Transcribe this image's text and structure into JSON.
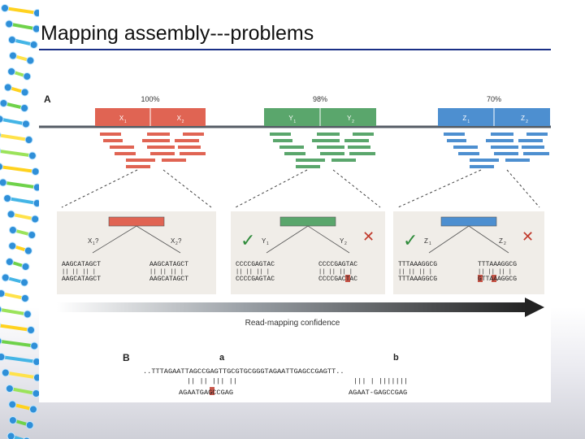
{
  "slide": {
    "title": "Mapping assembly---problems"
  },
  "figure": {
    "panel_a_label": "A",
    "panel_b_label": "B",
    "groups": [
      {
        "percent": "100%",
        "color": "#e06453",
        "copy1": "X",
        "copy2": "X",
        "sub1": "1",
        "sub2": "2",
        "q_left": "X",
        "q_left_sub": "1",
        "q_left_mark": "?",
        "q_right": "X",
        "q_right_sub": "2",
        "q_right_mark": "?",
        "seq_left_top": "AAGCATAGCT",
        "seq_left_bot": "AAGCATAGCT",
        "seq_right_top": "AAGCATAGCT",
        "seq_right_bot": "AAGCATAGCT",
        "check": "",
        "cross": ""
      },
      {
        "percent": "98%",
        "color": "#5aa66c",
        "copy1": "Y",
        "copy2": "Y",
        "sub1": "1",
        "sub2": "2",
        "q_left": "Y",
        "q_left_sub": "1",
        "q_left_mark": "",
        "q_right": "Y",
        "q_right_sub": "2",
        "q_right_mark": "",
        "seq_left_top": "CCCCGAGTAC",
        "seq_left_bot": "CCCCGAGTAC",
        "seq_right_top": "CCCCGAGTAC",
        "seq_right_bot": "CCCCGACTAC",
        "check": "✓",
        "cross": "✕"
      },
      {
        "percent": "70%",
        "color": "#4d8fd0",
        "copy1": "Z",
        "copy2": "Z",
        "sub1": "1",
        "sub2": "2",
        "q_left": "Z",
        "q_left_sub": "1",
        "q_left_mark": "",
        "q_right": "Z",
        "q_right_sub": "2",
        "q_right_mark": "",
        "seq_left_top": "TTTAAAGGCG",
        "seq_left_bot": "TTTAAAGGCG",
        "seq_right_top": "TTTAAAGGCG",
        "seq_right_bot": "GTTAAAGGCG",
        "check": "✓",
        "cross": "✕"
      }
    ],
    "confidence_label": "Read-mapping confidence",
    "panel_b": {
      "label_a": "a",
      "label_b": "b",
      "reference": "..TTTAGAATTAGCCGAGTTGCGTGCGGGTAGAATTGAGCCGAGTT..",
      "bars_a": "|| ||  |||  ||",
      "bars_b": "||| |  |||||||",
      "read_a": "AGAATGAGCCGAG",
      "read_b": "AGAAT-GAGCCGAG"
    },
    "colors": {
      "highlight": "#c0392b",
      "axis_line": "#555d66",
      "arrow": "#222222"
    }
  }
}
